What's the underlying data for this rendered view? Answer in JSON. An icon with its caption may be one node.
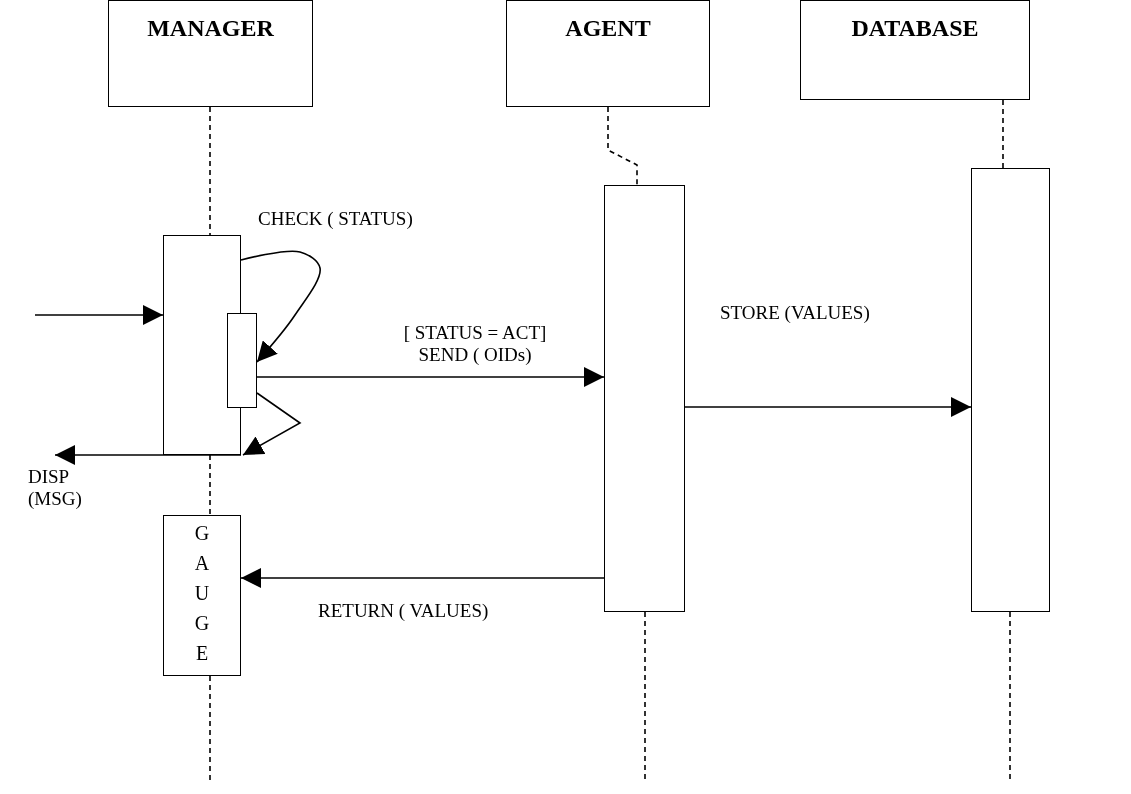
{
  "diagram": {
    "nodes": [
      {
        "text": [
          "MANAGER"
        ]
      },
      {
        "text": [
          "AGENT"
        ]
      },
      {
        "text": [
          "DATABASE"
        ]
      },
      {
        "text": [],
        "shape": "box"
      },
      {
        "text": [],
        "shape": "box"
      },
      {
        "text": [],
        "shape": "box"
      },
      {
        "text": [],
        "shape": "box"
      },
      {
        "text": [
          "GAUGE"
        ]
      }
    ],
    "edges": [
      {
        "from": null,
        "to": 3,
        "arrow": "to"
      },
      {
        "from": 3,
        "to": 4,
        "arrow": "to",
        "label": "CHECK ( STATUS)"
      },
      {
        "from": 4,
        "to": 5,
        "arrow": "to",
        "label": "[ STATUS = ACT] SEND ( OIDs)"
      },
      {
        "from": 4,
        "to": 3,
        "arrow": "to"
      },
      {
        "from": 3,
        "to": null,
        "arrow": "to",
        "label": "DISP (MSG)"
      },
      {
        "from": 5,
        "to": 6,
        "arrow": "to",
        "label": "STORE (VALUES)"
      },
      {
        "from": 5,
        "to": 7,
        "arrow": "to",
        "label": "RETURN ( VALUES)"
      },
      {
        "from": 0,
        "to": 3,
        "arrow": "none",
        "style": "dashed"
      },
      {
        "from": 3,
        "to": 7,
        "arrow": "none",
        "style": "dashed"
      },
      {
        "from": 7,
        "to": null,
        "arrow": "none",
        "style": "dashed"
      },
      {
        "from": 1,
        "to": 5,
        "arrow": "none",
        "style": "dashed"
      },
      {
        "from": 5,
        "to": null,
        "arrow": "none",
        "style": "dashed"
      },
      {
        "from": 2,
        "to": 6,
        "arrow": "none",
        "style": "dashed"
      },
      {
        "from": 6,
        "to": null,
        "arrow": "none",
        "style": "dashed"
      }
    ]
  }
}
